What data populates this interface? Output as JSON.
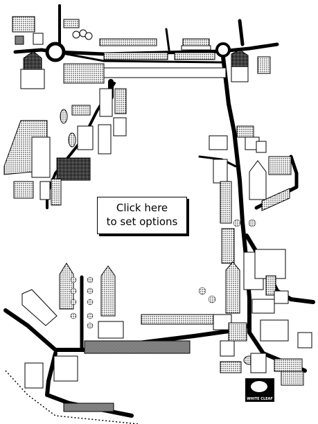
{
  "options": {
    "line1": "Click here",
    "line2": "to set options"
  },
  "logo": {
    "text": "WHITE CLEAF",
    "icon": "leaf-icon"
  },
  "colors": {
    "road": "#000000",
    "building_fill": "#ffffff",
    "shade": "#bbbbbb"
  }
}
